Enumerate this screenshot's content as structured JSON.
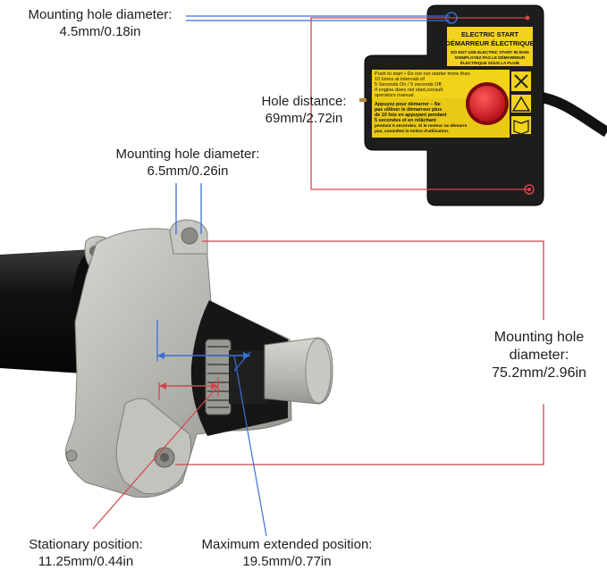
{
  "labels": {
    "top_hole": {
      "title": "Mounting hole diameter:",
      "value": "4.5mm/0.18in"
    },
    "hole_distance": {
      "title": "Hole distance:",
      "value": "69mm/2.72in"
    },
    "side_hole": {
      "title": "Mounting hole diameter:",
      "value": "6.5mm/0.26in"
    },
    "flange": {
      "line1": "Mounting hole",
      "line2": "diameter:",
      "value": "75.2mm/2.96in"
    },
    "stationary": {
      "title": "Stationary position:",
      "value": "11.25mm/0.44in"
    },
    "extended": {
      "title": "Maximum extended position:",
      "value": "19.5mm/0.77in"
    }
  },
  "switch_box": {
    "header1": "ELECTRIC START",
    "header2": "DÉMARREUR ÉLECTRIQUE",
    "warn1": "DO NOT USE ELECTRIC START IN RAIN",
    "warn2": "N'EMPLOYEZ PAS LE DÉMARREUR",
    "warn3": "ÉLECTRIQUE SOUS LA PLUIE",
    "en1": "Push to start • Do not run starter more than",
    "en2": "10 times at intervals of",
    "en3": "5 Seconds On / 5 seconds Off.",
    "en4": "If engine does not start,consult",
    "en5": "operators manual.",
    "fr1": "Appuyez pour démarrer – Ne",
    "fr2": "pas utiliser le démarreur plus",
    "fr3": "de 10 fois en appuyant pendant",
    "fr4": "5 secondes et en relâchant",
    "fr5": "pendant 5 secondes. Si le moteur ne démarre",
    "fr6": "pas, consultez la notice d'utilisation."
  },
  "colors": {
    "blue_line": "#3a6fd8",
    "red_line": "#d2464b",
    "box_black": "#1c1c1c",
    "label_yellow": "#f2d21b",
    "button_red": "#d8141f",
    "metal": "#b9b9b4"
  },
  "icons": [
    "no-rain-icon",
    "warning-icon",
    "manual-icon",
    "red-push-button-icon"
  ]
}
